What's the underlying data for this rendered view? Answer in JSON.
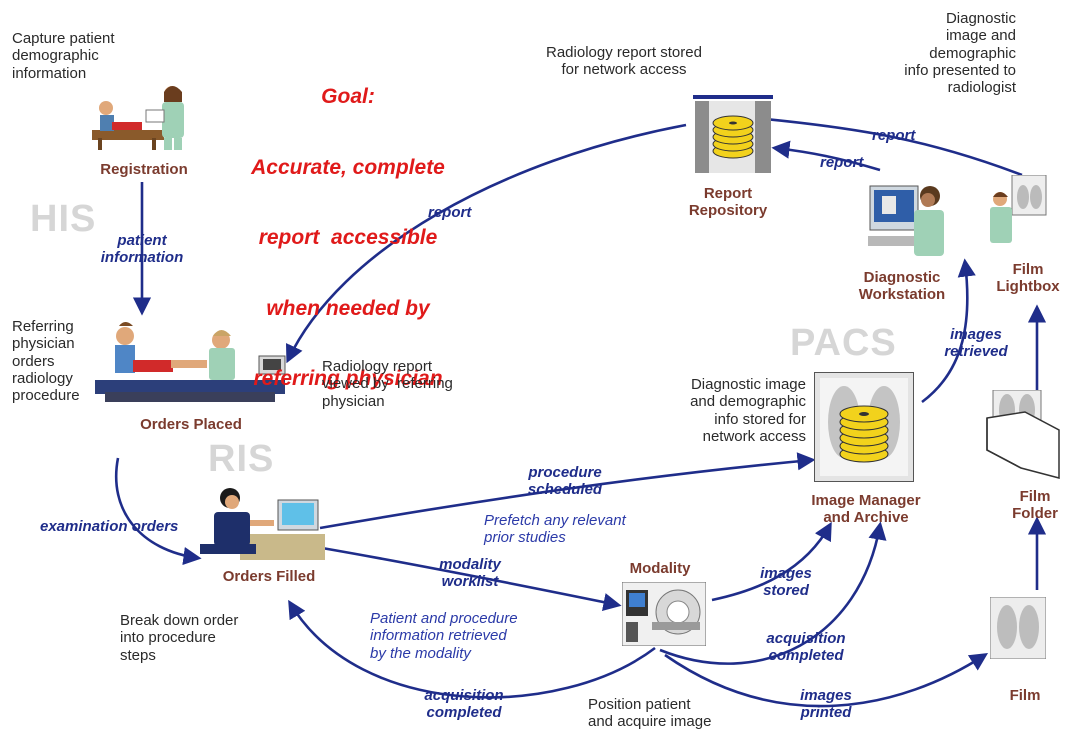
{
  "colors": {
    "arrow": "#1f2d8a",
    "node_label": "#7b3b2e",
    "goal": "#e01a1a",
    "system_label": "#d6d6d6",
    "disk": "#f2d21c"
  },
  "goal": {
    "lines": [
      "Goal:",
      "Accurate, complete",
      "report  accessible",
      "when needed by",
      "referring physician"
    ]
  },
  "systems": {
    "his": "HIS",
    "ris": "RIS",
    "pacs": "PACS"
  },
  "nodes": {
    "registration": "Registration",
    "orders_placed": "Orders Placed",
    "orders_filled": "Orders Filled",
    "modality": "Modality",
    "report_repository": "Report\nRepository",
    "diagnostic_workstation": "Diagnostic\nWorkstation",
    "film_lightbox": "Film\nLightbox",
    "image_manager": "Image Manager\nand Archive",
    "film_folder": "Film\nFolder",
    "film": "Film"
  },
  "notes": {
    "capture": "Capture patient\ndemographic\ninformation",
    "referring": "Referring\nphysician\norders\nradiology\nprocedure",
    "report_stored": "Radiology report stored\nfor network access",
    "diag_presented": "Diagnostic\nimage and\ndemographic\ninfo presented to\nradiologist",
    "report_viewed": "Radiology report\nviewed by  referring\nphysician",
    "image_stored": "Diagnostic image\nand demographic\ninfo stored for\nnetwork access",
    "break_down": "Break down order\ninto procedure\nsteps",
    "position": "Position patient\nand acquire image"
  },
  "flows": {
    "patient_information": "patient\ninformation",
    "report_left": "report",
    "report_top": "report",
    "report_ws": "report",
    "images_retrieved": "images\nretrieved",
    "examination_orders": "examination orders",
    "procedure_scheduled": "procedure\nscheduled",
    "modality_worklist": "modality\nworklist",
    "images_stored": "images\nstored",
    "acquisition_completed_right": "acquisition\ncompleted",
    "acquisition_completed_left": "acquisition\ncompleted",
    "images_printed": "images\nprinted"
  },
  "subnotes": {
    "prefetch": "Prefetch any relevant\nprior studies",
    "retrieved_by_modality": "Patient and procedure\ninformation retrieved\nby the modality"
  }
}
